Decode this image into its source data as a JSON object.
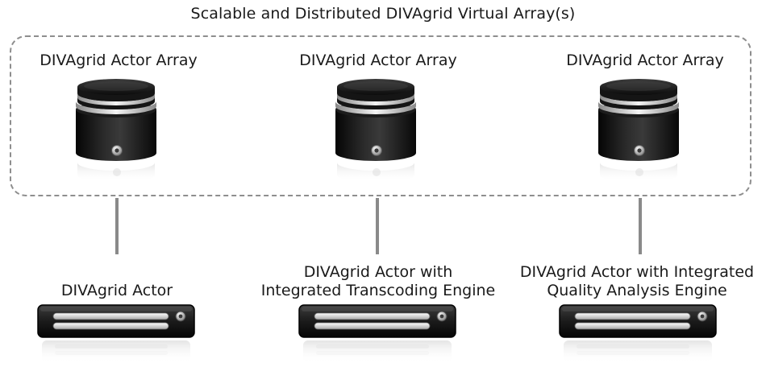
{
  "title": "Scalable and Distributed DIVAgrid Virtual Array(s)",
  "arrays": [
    {
      "label": "DIVAgrid Actor Array"
    },
    {
      "label": "DIVAgrid Actor Array"
    },
    {
      "label": "DIVAgrid Actor Array"
    }
  ],
  "actors": [
    {
      "label_line1": "DIVAgrid Actor",
      "label_line2": ""
    },
    {
      "label_line1": "DIVAgrid Actor with",
      "label_line2": "Integrated Transcoding Engine"
    },
    {
      "label_line1": "DIVAgrid Actor with Integrated",
      "label_line2": "Quality Analysis Engine"
    }
  ],
  "icons": {
    "array": "database-cylinder-icon",
    "actor": "server-unit-icon"
  }
}
